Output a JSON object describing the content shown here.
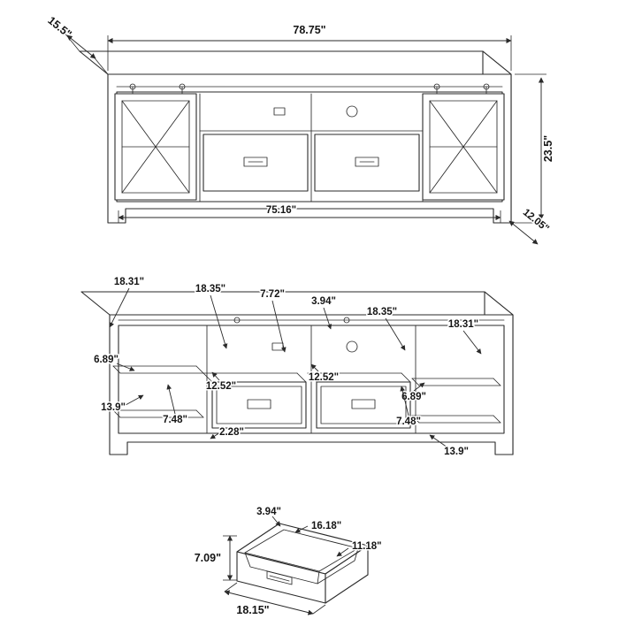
{
  "diagram": {
    "assembled": {
      "overall_width": "78.75\"",
      "depth": "15.5\"",
      "height": "23.5\"",
      "inner_width": "75.16\"",
      "base_depth": "12.05\""
    },
    "interior": {
      "top_left_opening": "18.31\"",
      "mid_left_opening": "18.35\"",
      "center_opening": "7.72\"",
      "top_clearance": "3.94\"",
      "mid_right_opening": "18.35\"",
      "top_right_opening": "18.31\"",
      "left_shelf_height": "6.89\"",
      "left_drawer_width": "12.52\"",
      "right_drawer_width": "12.52\"",
      "right_shelf_height": "6.89\"",
      "left_shelf_depth": "13.9\"",
      "left_lower_height": "7.48\"",
      "base_clearance": "2.28\"",
      "right_lower_height": "7.48\"",
      "right_shelf_depth": "13.9\""
    },
    "drawer": {
      "back_height": "3.94\"",
      "inner_width": "16.18\"",
      "inner_depth": "11.18\"",
      "front_height": "7.09\"",
      "front_width": "18.15\""
    }
  }
}
